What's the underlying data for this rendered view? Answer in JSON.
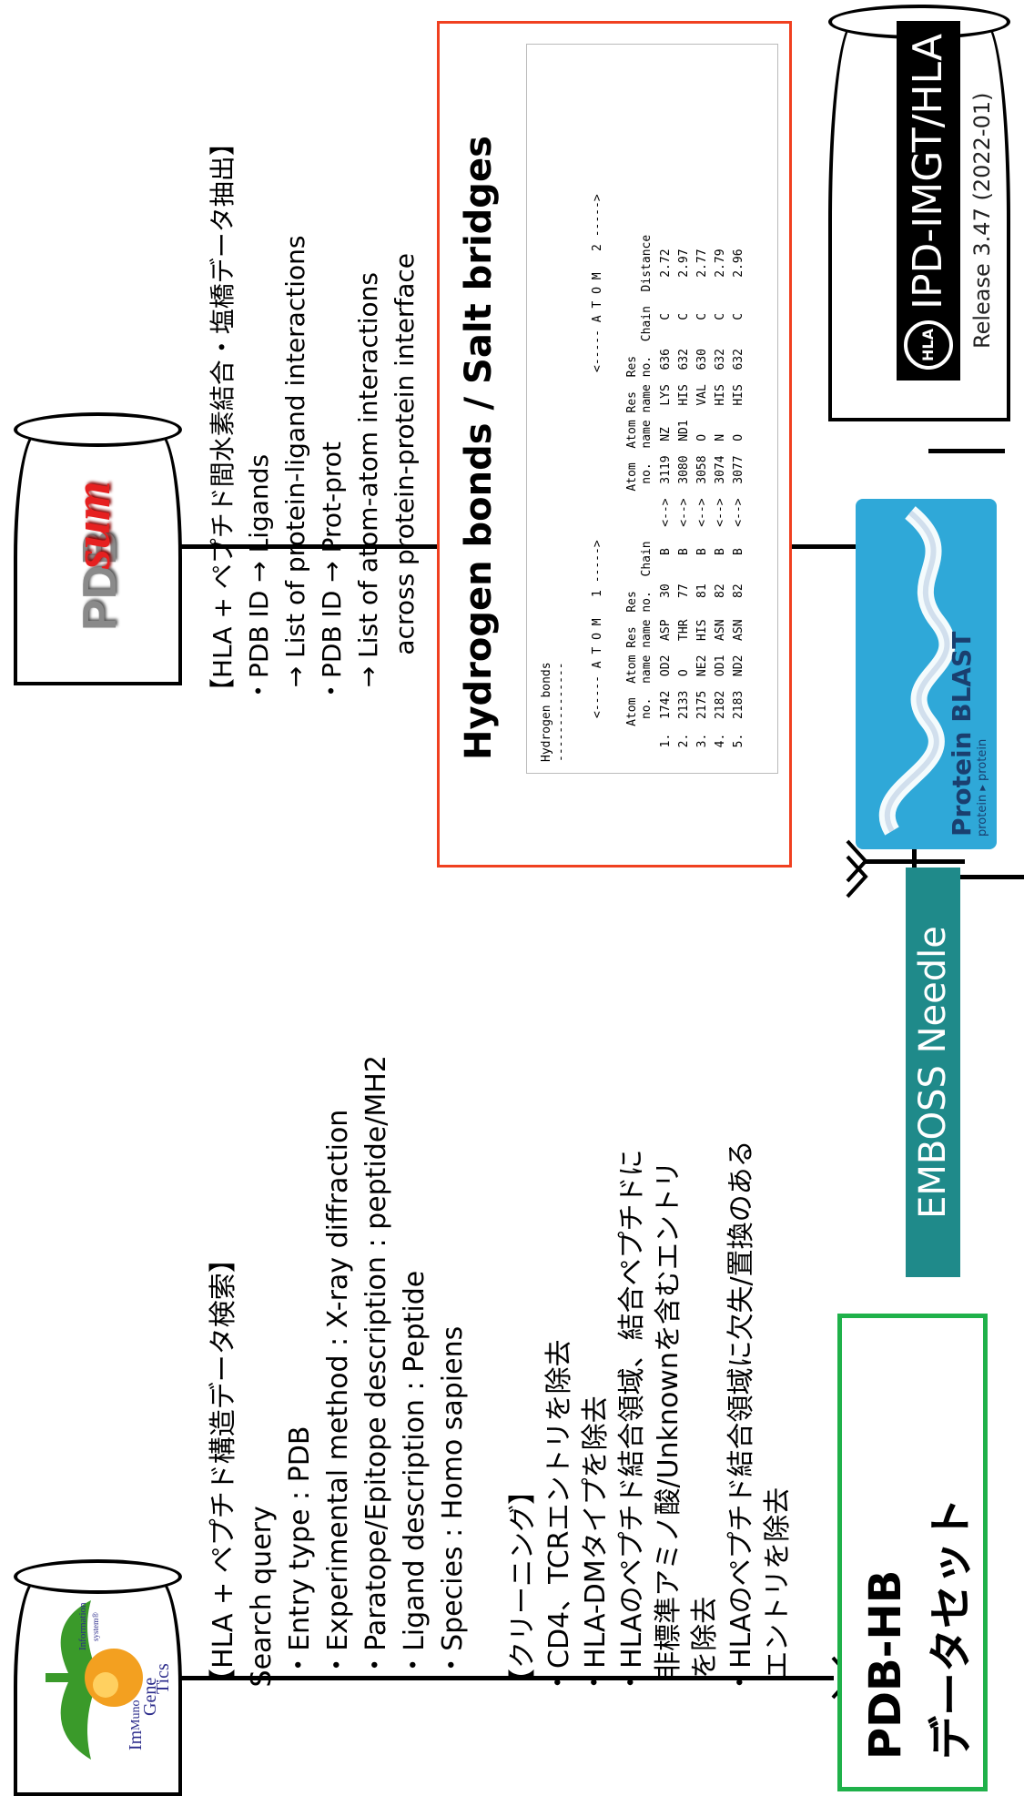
{
  "imgt_logo": {
    "im": "Im",
    "muno": "Muno",
    "gene": "Gene",
    "tics": "Tics",
    "information": "Information",
    "system": "system®"
  },
  "pdbsum_logo": {
    "pdb": "PDB",
    "sum": "sum"
  },
  "search_block": {
    "heading": "【HLA + ペプチド構造データ検索】",
    "lines": [
      " Search query",
      "  ・Entry type : PDB",
      "  ・Experimental method : X-ray diffraction",
      "  ・Paratope/Epitope description : peptide/MH2",
      "  ・Ligand description : Peptide",
      "  ・Species : Homo sapiens"
    ]
  },
  "cleaning_block": {
    "heading": "【クリーニング】",
    "lines": [
      "・CD4、TCRエントリを除去",
      "・HLA-DMタイプを除去",
      "・HLAのペプチド結合領域、結合ペプチドに",
      "  非標準アミノ酸/Unknownを含むエントリ",
      "  を除去",
      "・HLAのペプチド結合領域に欠失/置換のある",
      "  エントリを除去"
    ]
  },
  "hbond_block": {
    "heading": "【HLA + ペプチド間水素結合・塩橋データ抽出】",
    "lines": [
      "・PDB ID → Ligands",
      "  → List of protein-ligand interactions",
      "・PDB ID → Prot-prot",
      "  → List of atom-atom interactions",
      "      across protein-protein interface"
    ]
  },
  "panel": {
    "title": "Hydrogen bonds / Salt bridges",
    "table_title": "Hydrogen bonds",
    "table_rule": "--------------",
    "atom1_header": "<----- A T O M   1 ----->",
    "atom2_header": "<----- A T O M   2 ----->",
    "col_header1": "     Atom  Atom Res  Res              Atom  Atom Res  Res",
    "col_header2": "      no.  name name no.  Chain        no.  name name no.  Chain  Distance",
    "rows": [
      "  1.  1742  OD2  ASP   30    B   <-->  3119  NZ   LYS  636    C     2.72",
      "  2.  2133  O    THR   77    B   <-->  3080  ND1  HIS  632    C     2.97",
      "  3.  2175  NE2  HIS   81    B   <-->  3058  O    VAL  630    C     2.77",
      "  4.  2182  OD1  ASN   82    B   <-->  3074  N    HIS  632    C     2.79",
      "  5.  2183  ND2  ASN   82    B   <-->  3077  O    HIS  632    C     2.96"
    ]
  },
  "dataset_box": {
    "line1": "PDB-HB",
    "line2": "データセット"
  },
  "emboss_label": "EMBOSS Needle",
  "blast_tile": {
    "title_a": "Protein ",
    "title_b": "BLAST",
    "subtitle": "protein ▸ protein"
  },
  "ipd_db": {
    "name": "IPD-IMGT/HLA",
    "release": "Release 3.47 (2022-01)",
    "badge": "HLA"
  },
  "colors": {
    "dataset_border": "#1fb14a",
    "panel_border": "#f04020",
    "emboss_bg": "#1f8a8a",
    "blast_bg": "#2fa8d8",
    "blast_title": "#1a3f6f",
    "pdbsum_red": "#e62020",
    "imgt_green": "#3a9a2a",
    "imgt_orange": "#f3a020"
  }
}
